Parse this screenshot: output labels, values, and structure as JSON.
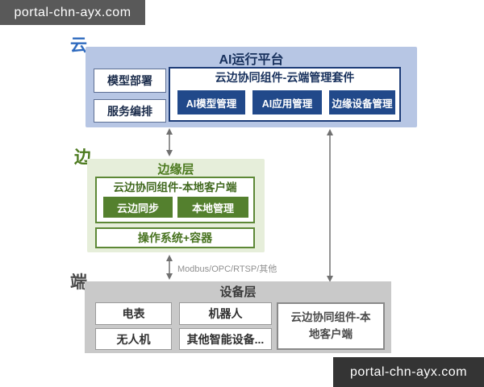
{
  "watermarks": {
    "top": "portal-chn-ayx.com",
    "bottom": "portal-chn-ayx.com"
  },
  "colors": {
    "cloud_bg": "#b7c6e4",
    "navy_text": "#17305c",
    "blue_button": "#21498a",
    "edge_bg": "#e6eeda",
    "green_text": "#47721f",
    "green_button": "#54802e",
    "device_bg": "#c9c9c9",
    "arrow": "#707070"
  },
  "cloud": {
    "label": "云",
    "title": "AI运行平台",
    "side_items": [
      {
        "label": "模型部署"
      },
      {
        "label": "服务编排"
      }
    ],
    "suite": {
      "title": "云边协同组件-云端管理套件",
      "buttons": [
        {
          "label": "AI模型管理"
        },
        {
          "label": "AI应用管理"
        },
        {
          "label": "边缘设备管理"
        }
      ]
    }
  },
  "edge": {
    "label": "边",
    "title": "边缘层",
    "client": {
      "title": "云边协同组件-本地客户端",
      "buttons": [
        {
          "label": "云边同步"
        },
        {
          "label": "本地管理"
        }
      ]
    },
    "os_label": "操作系统+容器"
  },
  "link": {
    "protocol_label": "Modbus/OPC/RTSP/其他"
  },
  "device": {
    "label": "端",
    "title": "设备层",
    "items": [
      {
        "label": "电表"
      },
      {
        "label": "机器人"
      },
      {
        "label": "无人机"
      },
      {
        "label": "其他智能设备..."
      }
    ],
    "client_label": "云边协同组件-本地客户端"
  }
}
